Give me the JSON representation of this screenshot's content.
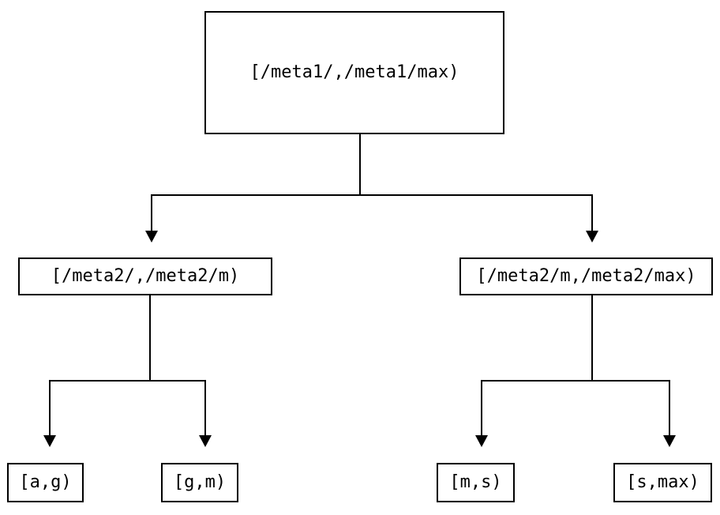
{
  "diagram": {
    "type": "binary-interval-tree",
    "colors": {
      "background": "#ffffff",
      "line": "#000000",
      "text": "#000000"
    },
    "icons": {
      "arrowhead": "triangle-down"
    },
    "nodes": {
      "root": {
        "label": "[/meta1/,/meta1/max)"
      },
      "left": {
        "label": "[/meta2/,/meta2/m)"
      },
      "right": {
        "label": "[/meta2/m,/meta2/max)"
      },
      "leaf_ag": {
        "label": "[a,g)"
      },
      "leaf_gm": {
        "label": "[g,m)"
      },
      "leaf_ms": {
        "label": "[m,s)"
      },
      "leaf_smax": {
        "label": "[s,max)"
      }
    }
  }
}
